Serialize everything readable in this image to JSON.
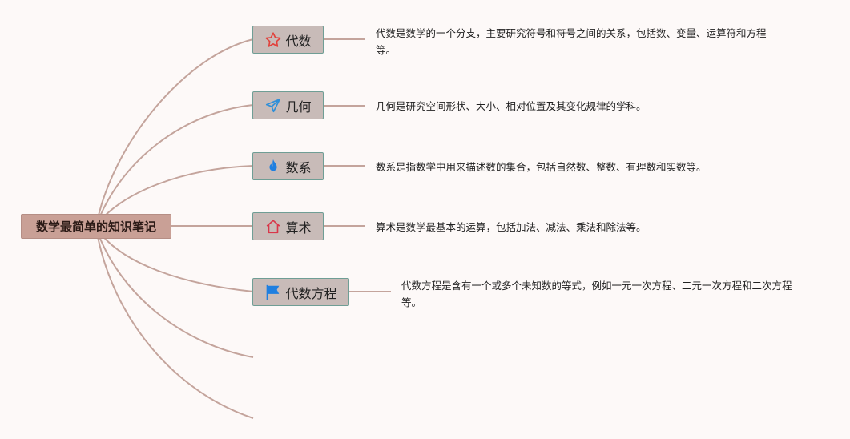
{
  "root": {
    "label": "数学最简单的知识笔记"
  },
  "topics": [
    {
      "label": "代数",
      "icon": "star-icon",
      "icon_color": "#e2413b",
      "description": "代数是数学的一个分支，主要研究符号和符号之间的关系，包括数、变量、运算符和方程等。"
    },
    {
      "label": "几何",
      "icon": "paper-plane-icon",
      "icon_color": "#2f8fd8",
      "description": "几何是研究空间形状、大小、相对位置及其变化规律的学科。"
    },
    {
      "label": "数系",
      "icon": "flame-icon",
      "icon_color": "#1f7fe0",
      "description": "数系是指数学中用来描述数的集合，包括自然数、整数、有理数和实数等。"
    },
    {
      "label": "算术",
      "icon": "home-icon",
      "icon_color": "#d9374a",
      "description": "算术是数学最基本的运算，包括加法、减法、乘法和除法等。"
    },
    {
      "label": "代数方程",
      "icon": "flag-icon",
      "icon_color": "#1f7fe0",
      "description": "代数方程是含有一个或多个未知数的等式，例如一元一次方程、二元一次方程和二次方程等。"
    }
  ],
  "colors": {
    "branch": "#c4a49c",
    "node_fill": "#c8bbb8",
    "node_border": "#6f9e95",
    "root_fill": "#c9a096",
    "background": "#fdf9f8"
  }
}
